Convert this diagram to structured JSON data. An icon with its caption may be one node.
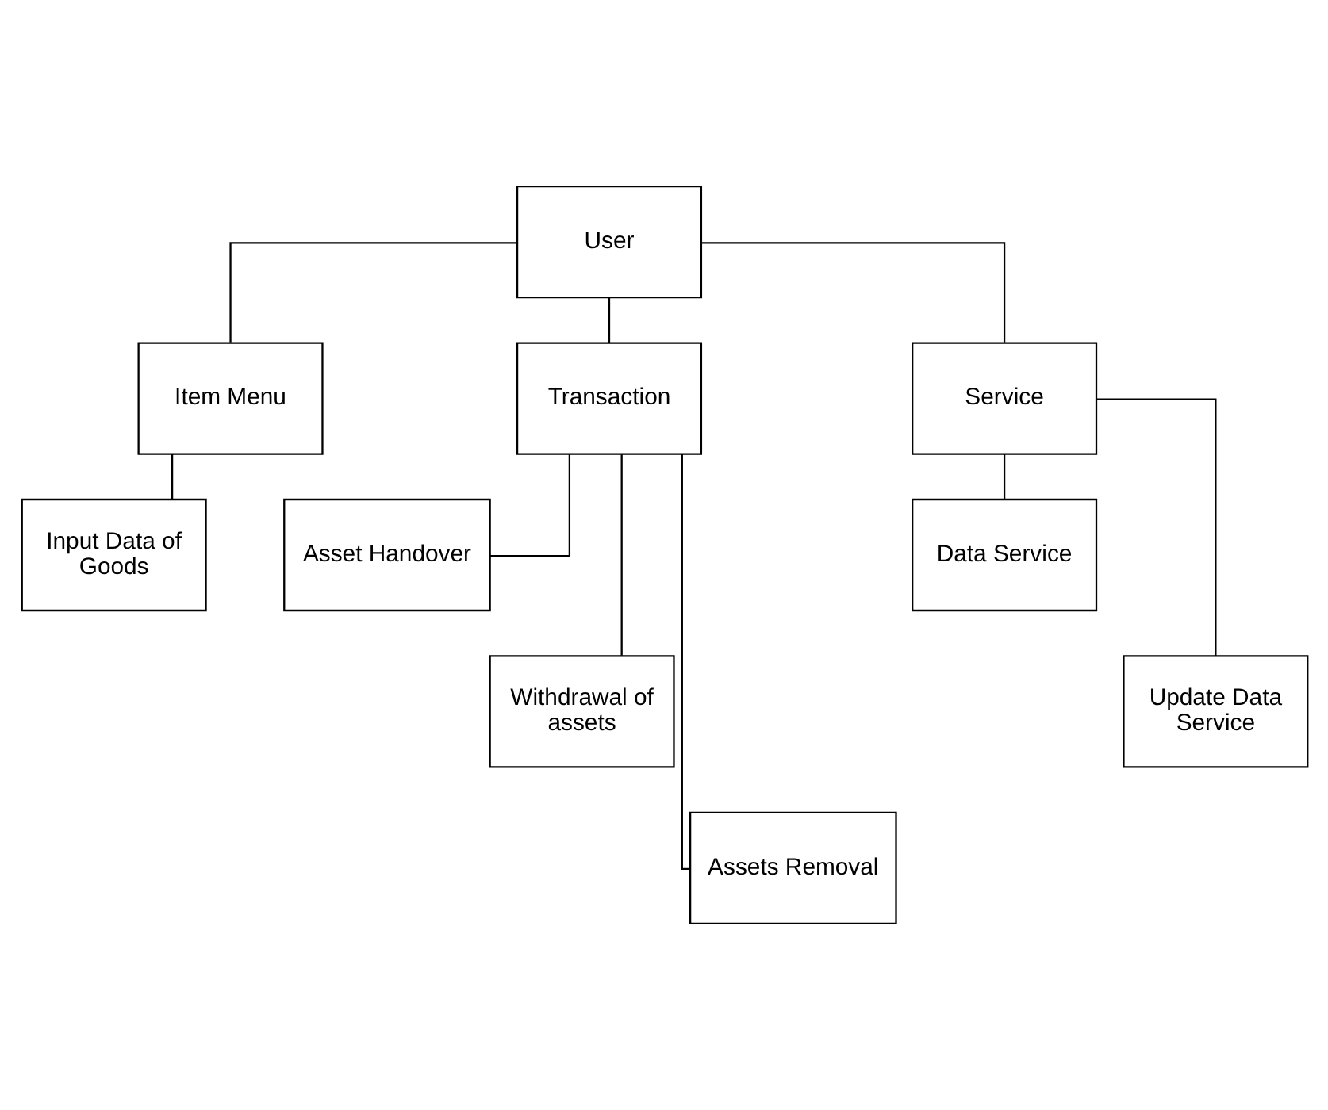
{
  "diagram": {
    "nodes": [
      {
        "text": [
          "User"
        ]
      },
      {
        "text": [
          "Item Menu"
        ]
      },
      {
        "text": [
          "Input Data of Goods"
        ]
      },
      {
        "text": [
          "Transaction"
        ]
      },
      {
        "text": [
          "Asset Handover"
        ]
      },
      {
        "text": [
          "Withdrawal of assets"
        ]
      },
      {
        "text": [
          "Assets Removal"
        ]
      },
      {
        "text": [
          "Service"
        ]
      },
      {
        "text": [
          "Data Service"
        ]
      },
      {
        "text": [
          "Update Data Service"
        ]
      }
    ],
    "edges": [
      {
        "from": 0,
        "to": 1,
        "arrow": "none"
      },
      {
        "from": 0,
        "to": 3,
        "arrow": "none"
      },
      {
        "from": 0,
        "to": 7,
        "arrow": "none"
      },
      {
        "from": 1,
        "to": 2,
        "arrow": "none"
      },
      {
        "from": 3,
        "to": 4,
        "arrow": "none"
      },
      {
        "from": 3,
        "to": 5,
        "arrow": "none"
      },
      {
        "from": 3,
        "to": 6,
        "arrow": "none"
      },
      {
        "from": 7,
        "to": 8,
        "arrow": "none"
      },
      {
        "from": 7,
        "to": 9,
        "arrow": "none"
      }
    ]
  }
}
